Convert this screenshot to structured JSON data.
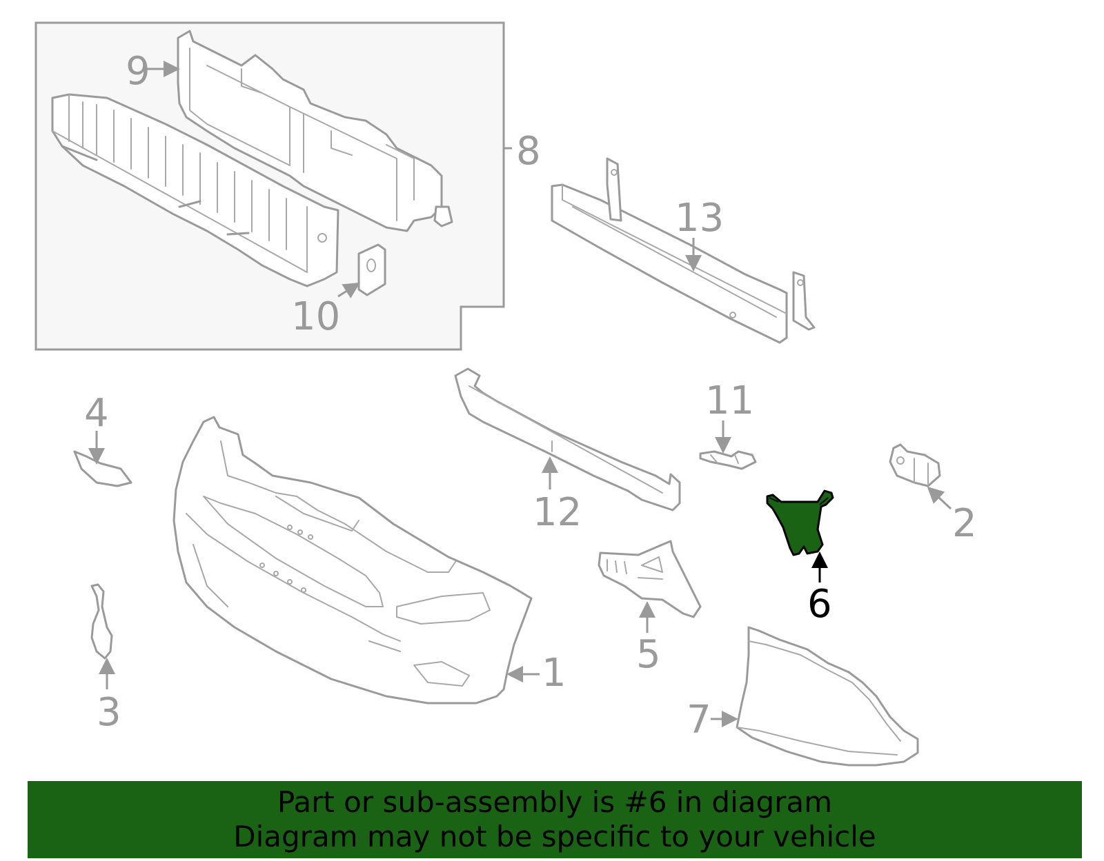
{
  "colors": {
    "line": "#9a9a9a",
    "highlight": "#1a6314",
    "banner": "#1a6314",
    "inset_background": "#f7f7f7"
  },
  "callouts": {
    "c1": "1",
    "c2": "2",
    "c3": "3",
    "c4": "4",
    "c5": "5",
    "c6": "6",
    "c7": "7",
    "c8": "8",
    "c9": "9",
    "c10": "10",
    "c11": "11",
    "c12": "12",
    "c13": "13"
  },
  "highlighted_part": "6",
  "banner": {
    "line1": "Part or sub-assembly is #6 in diagram",
    "line2": "Diagram may not be specific to your vehicle"
  }
}
